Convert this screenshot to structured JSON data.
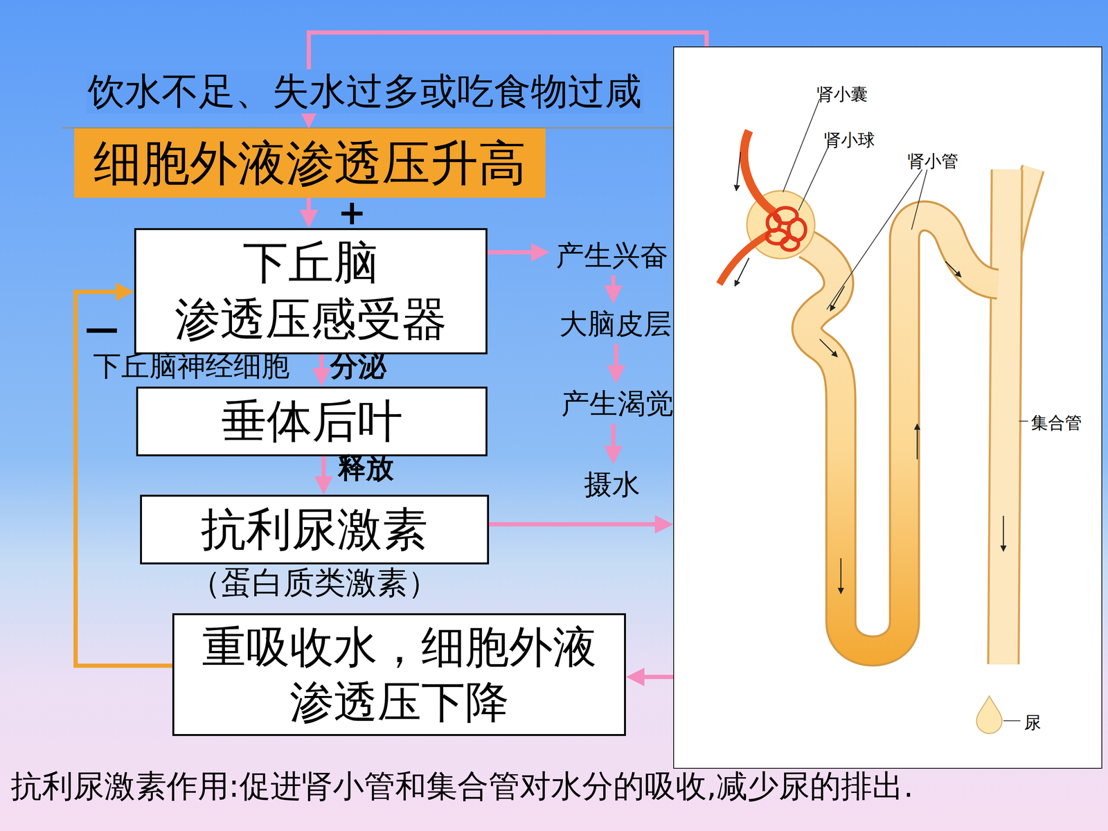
{
  "diagram": {
    "caption": "抗利尿激素作用:促进肾小管和集合管对水分的吸收,减少尿的排出.",
    "nodes": [
      {
        "text": [
          "细胞外液渗透压升高"
        ]
      },
      {
        "text": [
          "下丘脑 渗透压感受器"
        ]
      },
      {
        "text": [
          "垂体后叶"
        ]
      },
      {
        "text": [
          "抗利尿激素",
          "（蛋白质类激素）"
        ]
      },
      {
        "text": [
          "重吸收水，细胞外液 渗透压下降"
        ]
      },
      {
        "text": [
          "产生兴奋"
        ]
      },
      {
        "text": [
          "大脑皮层"
        ]
      },
      {
        "text": [
          "产生渴觉"
        ]
      },
      {
        "text": [
          "摄水"
        ]
      },
      {
        "text": [
          "肾小囊",
          "肾小球",
          "肾小管",
          "集合管",
          "尿"
        ]
      }
    ],
    "edges": [
      {
        "from": 9,
        "to": 0,
        "arrow": "to"
      },
      {
        "from": 0,
        "to": 1,
        "label": "+",
        "arrow": "to"
      },
      {
        "from": 1,
        "to": 2,
        "label": "分泌",
        "arrow": "to"
      },
      {
        "from": 2,
        "to": 3,
        "label": "释放",
        "arrow": "to"
      },
      {
        "from": 3,
        "to": 9,
        "arrow": "to"
      },
      {
        "from": 9,
        "to": 4,
        "arrow": "to"
      },
      {
        "from": 4,
        "to": 1,
        "label": "—",
        "arrow": "to"
      },
      {
        "from": 1,
        "to": 5,
        "arrow": "to"
      },
      {
        "from": 5,
        "to": 6,
        "arrow": "to"
      },
      {
        "from": 6,
        "to": 7,
        "arrow": "to"
      },
      {
        "from": 7,
        "to": 8,
        "arrow": "to"
      }
    ],
    "labels": [
      "饮水不足、失水过多或吃食物过咸",
      "下丘脑神经细胞"
    ]
  }
}
